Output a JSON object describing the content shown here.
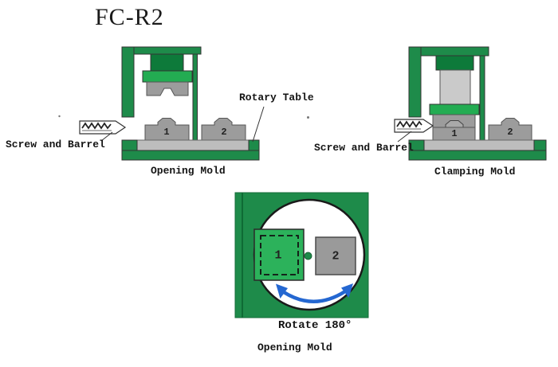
{
  "title": "FC-R2",
  "labels": {
    "rotary_table": "Rotary Table",
    "screw_and_barrel": "Screw and Barrel"
  },
  "diagrams": {
    "opening": {
      "caption": "Opening Mold",
      "mold1": "1",
      "mold2": "2"
    },
    "clamping": {
      "caption": "Clamping Mold",
      "mold1": "1",
      "mold2": "2"
    },
    "rotation": {
      "caption": "Opening Mold",
      "action": "Rotate 180°",
      "mold1": "1",
      "mold2": "2"
    }
  },
  "colors": {
    "frame_green": "#1E8B4A",
    "dark_green": "#0D7A3A",
    "bright_green": "#23AC52",
    "mold_plate_green": "#2CB25B",
    "mold_gray": "#9C9C9C",
    "table_gray": "#BDBDBD",
    "cylinder_gray": "#CACACA",
    "rotation_arrow_blue": "#2467D1",
    "text_color": "#141414",
    "background": "#FFFFFF"
  }
}
